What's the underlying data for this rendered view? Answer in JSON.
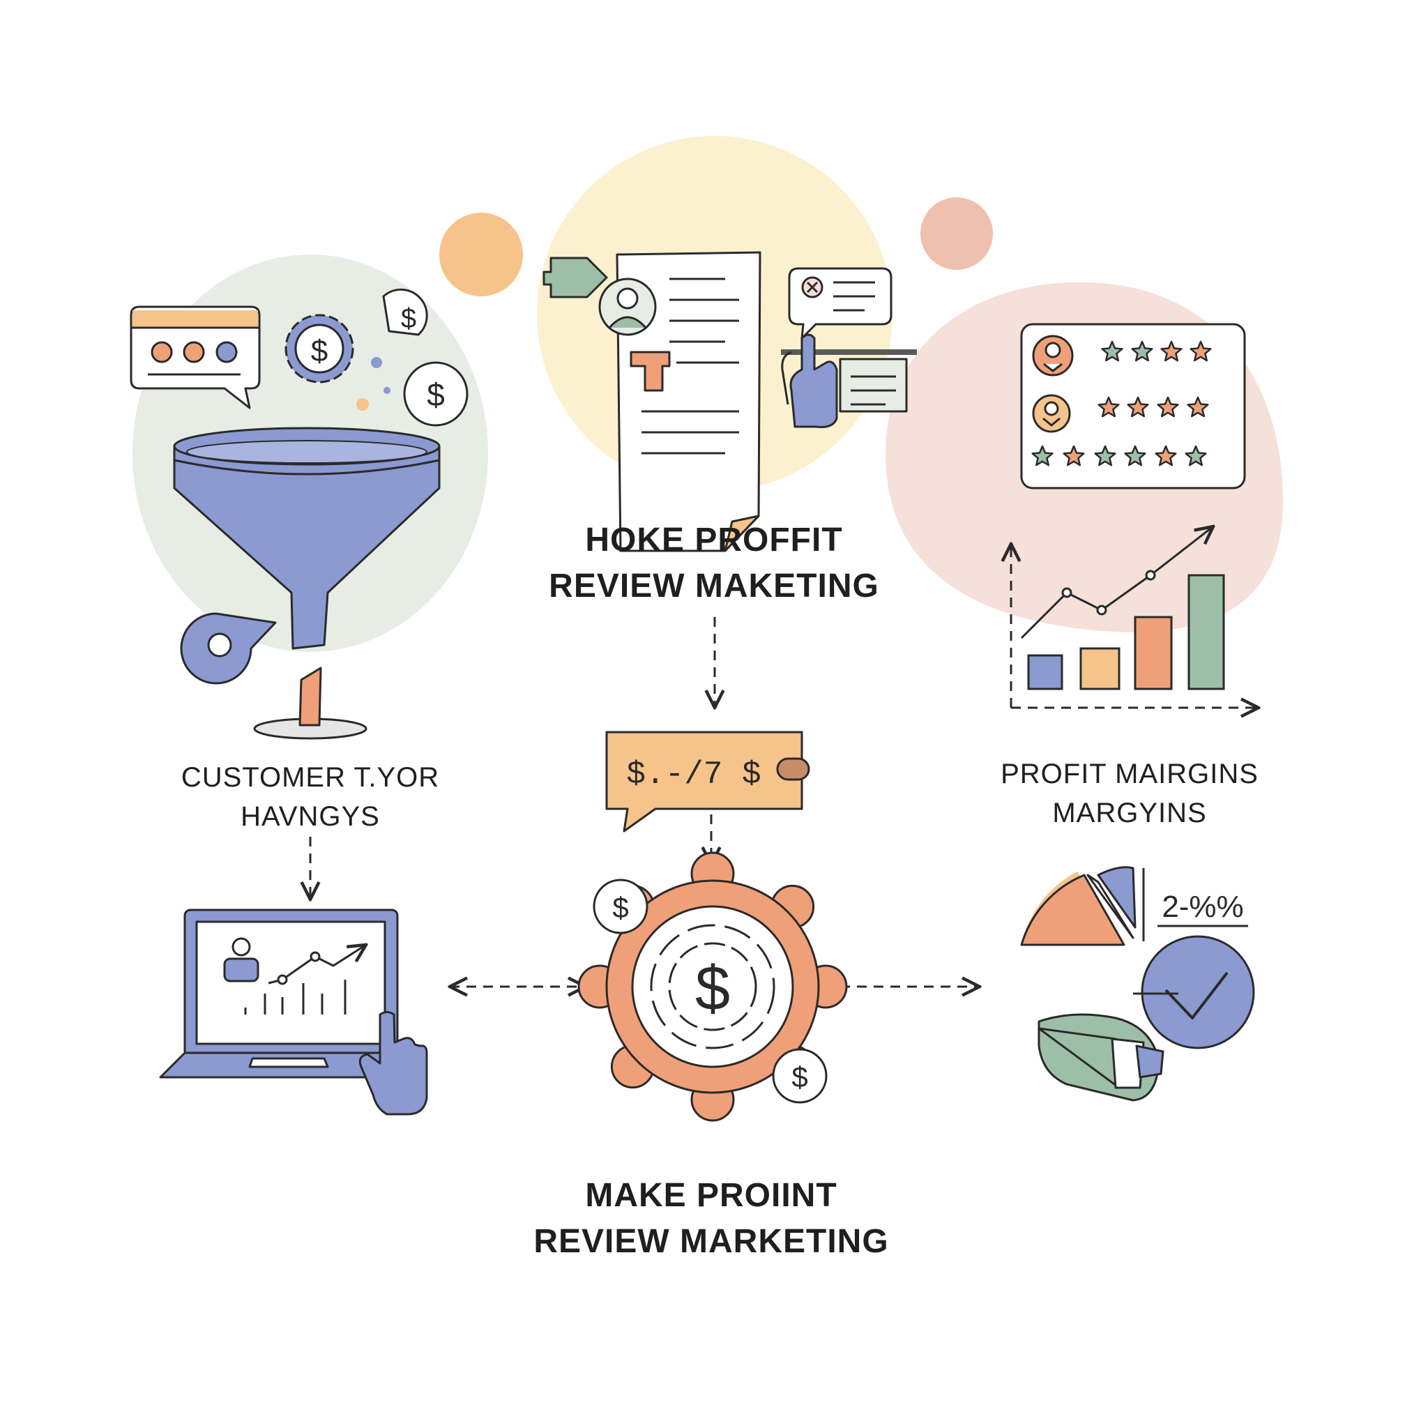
{
  "labels": {
    "top_center": [
      "HOKE PROFFIT",
      "REVIEW MAKETING"
    ],
    "left": [
      "CUSTOMER T.YOR",
      "HAVNGYS"
    ],
    "right": [
      "PROFIT MAIRGINS",
      "MARGYINS"
    ],
    "bottom_center": [
      "MAKE PROIINT",
      "REVIEW MARKETING"
    ]
  },
  "price_tag_text": "$.-/7 $",
  "percent_text": "2-%%",
  "icons": [
    "funnel-icon",
    "chat-bubble-icon",
    "gear-dollar-icon",
    "dollar-coin-icon",
    "document-icon",
    "user-avatar-icon",
    "pointer-hand-icon",
    "rating-card-icon",
    "star-icon",
    "bar-line-chart-icon",
    "price-tag-icon",
    "laptop-analytics-icon",
    "pie-chart-icon",
    "checkmark-circle-icon",
    "megaphone-icon"
  ],
  "colors": {
    "blue": "#8b9ad1",
    "orange": "#f0a078",
    "peach": "#f6c48a",
    "green": "#9dbfa8",
    "blob_green": "#e7ede5",
    "blob_yellow": "#fbf1cf",
    "blob_pink": "#f6e0da",
    "outline": "#2a2a2a"
  }
}
